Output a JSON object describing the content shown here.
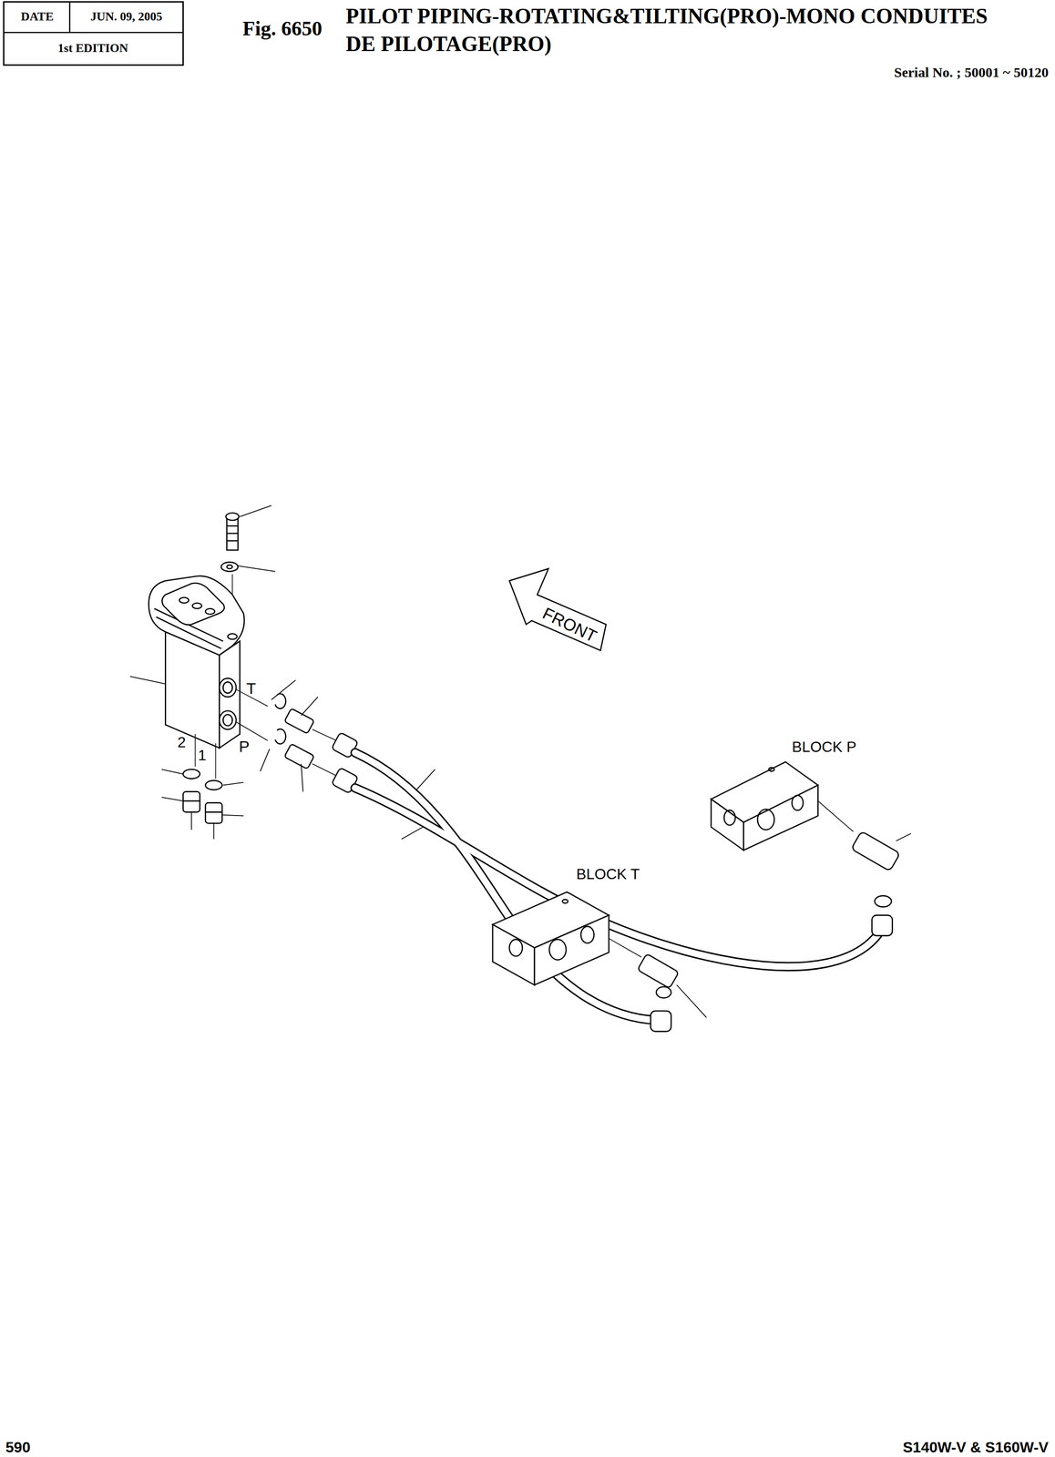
{
  "diagram": {
    "title": "PILOT PIPING-ROTATING&TILTING(PRO)-MONO CONDUITES DE PILOTAGE(PRO)",
    "labels": [
      "DATE",
      "JUN. 09, 2005",
      "1st EDITION",
      "Fig. 6650",
      "Serial No. ; 50001 ~ 50120",
      "FRONT",
      "T",
      "P",
      "2",
      "1",
      "BLOCK P",
      "BLOCK T",
      "590",
      "S140W-V & S160W-V"
    ]
  }
}
